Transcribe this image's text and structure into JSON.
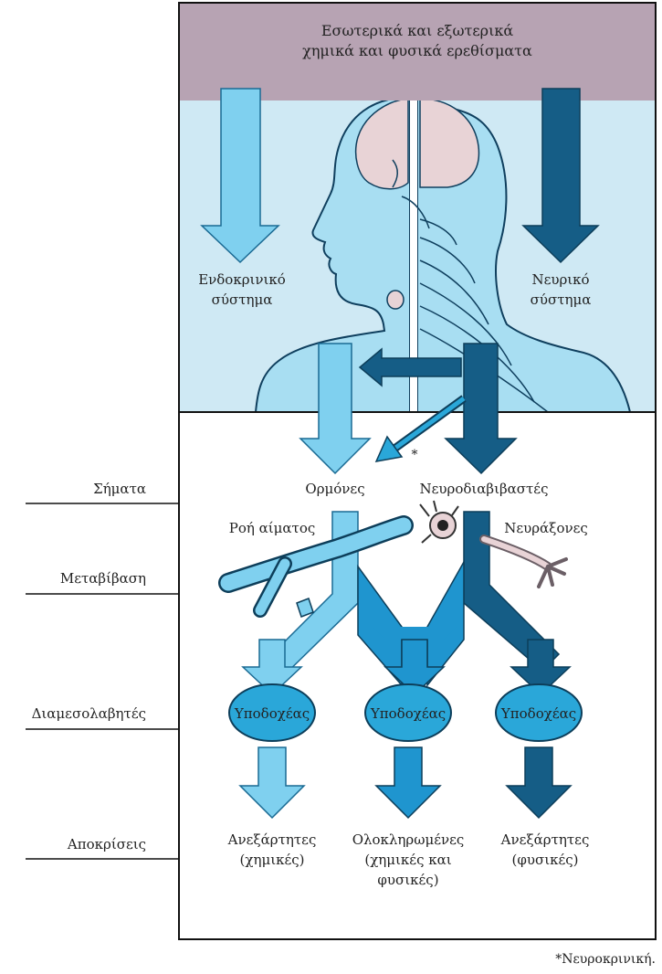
{
  "header": {
    "line1": "Εσωτερικά και εξωτερικά",
    "line2": "χημικά και φυσικά ερεθίσματα"
  },
  "systems": {
    "endocrine_line1": "Ενδοκρινικό",
    "endocrine_line2": "σύστημα",
    "nervous_line1": "Νευρικό",
    "nervous_line2": "σύστημα"
  },
  "signals": {
    "hormones": "Ορμόνες",
    "neurotransmitters": "Νευροδιαβιβαστές",
    "asterisk": "*"
  },
  "transmission": {
    "blood_flow": "Ροή αίματος",
    "axons": "Νευράξονες"
  },
  "receptors": [
    "Υποδοχέας",
    "Υποδοχέας",
    "Υποδοχέας"
  ],
  "responses": {
    "left_line1": "Ανεξάρτητες",
    "left_line2": "(χημικές)",
    "middle_line1": "Ολοκληρωμένες",
    "middle_line2": "(χημικές και",
    "middle_line3": "φυσικές)",
    "right_line1": "Ανεξάρτητες",
    "right_line2": "(φυσικές)"
  },
  "side_labels": {
    "signals": "Σήματα",
    "transmission": "Μεταβίβαση",
    "mediators": "Διαμεσολαβητές",
    "responses": "Αποκρίσεις"
  },
  "footnote": "*Νευροκρινική.",
  "colors": {
    "header_bg": "#b7a3b3",
    "body_bg": "#cfe9f4",
    "light_arrow": "#7fd0ef",
    "mid_arrow": "#1f95cf",
    "dark_arrow": "#155d86",
    "receptor": "#2aa7d9",
    "silhouette": "#a8def2",
    "head": "#e8d3d6"
  }
}
